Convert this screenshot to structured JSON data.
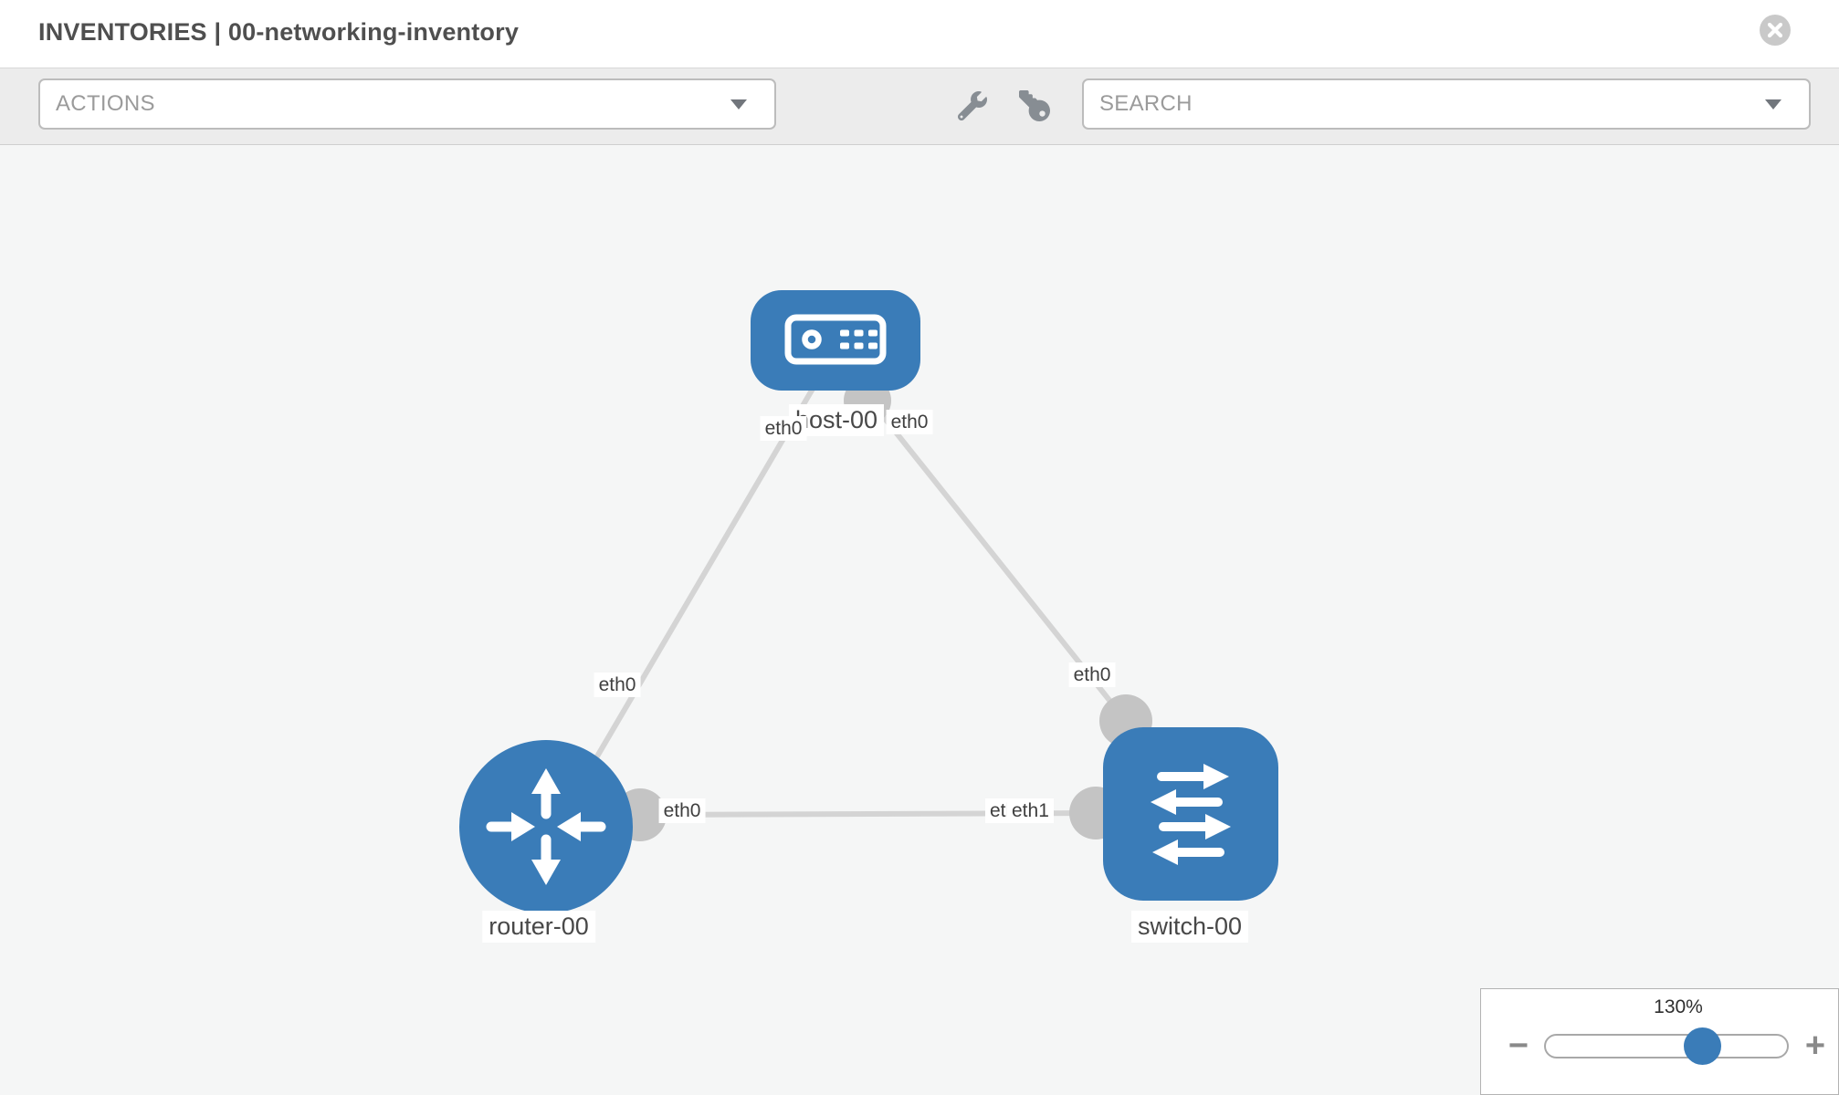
{
  "header": {
    "title": "INVENTORIES | 00-networking-inventory"
  },
  "toolbar": {
    "actions_label": "ACTIONS",
    "search_placeholder": "SEARCH"
  },
  "diagram": {
    "nodes": [
      {
        "id": "host-00",
        "type": "host",
        "label": "host-00"
      },
      {
        "id": "router-00",
        "type": "router",
        "label": "router-00"
      },
      {
        "id": "switch-00",
        "type": "switch",
        "label": "switch-00"
      }
    ],
    "interfaces": {
      "host_router_host_end": "eth0",
      "host_router_router_end": "eth0",
      "host_switch_host_end": "eth0",
      "host_switch_switch_end": "eth0",
      "router_switch_router_end": "eth0",
      "router_switch_switch_end_back": "eth0",
      "router_switch_switch_end_front": "eth1"
    },
    "links": [
      {
        "source": "host-00",
        "source_interface": "eth0",
        "target": "router-00",
        "target_interface": "eth0"
      },
      {
        "source": "host-00",
        "source_interface": "eth0",
        "target": "switch-00",
        "target_interface": "eth0"
      },
      {
        "source": "router-00",
        "source_interface": "eth0",
        "target": "switch-00",
        "target_interface": "eth1"
      }
    ],
    "node_color": "#3a7cb8",
    "edge_color": "#d4d4d4",
    "connector_color": "#c4c4c4"
  },
  "zoom_control": {
    "level": "130%",
    "minus_label": "−",
    "plus_label": "+"
  }
}
